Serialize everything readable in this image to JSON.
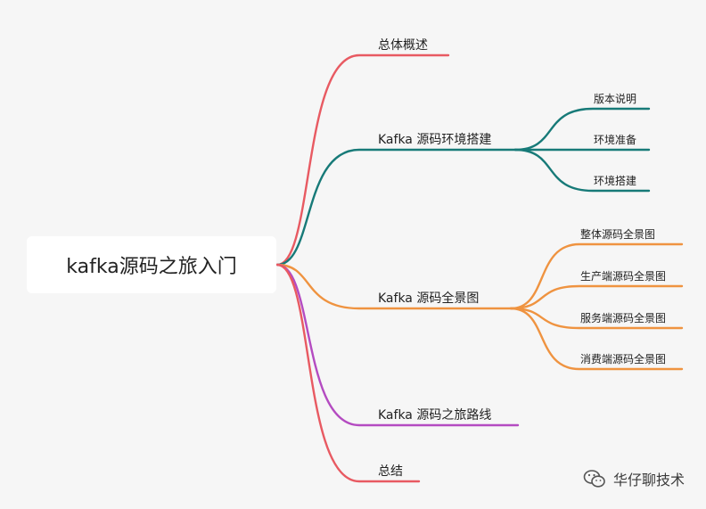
{
  "root": {
    "label": "kafka源码之旅入门"
  },
  "branches": [
    {
      "label": "总体概述",
      "color": "#e85a62",
      "children": []
    },
    {
      "label": "Kafka 源码环境搭建",
      "color": "#177a78",
      "children": [
        "版本说明",
        "环境准备",
        "环境搭建"
      ]
    },
    {
      "label": "Kafka 源码全景图",
      "color": "#ef9340",
      "children": [
        "整体源码全景图",
        "生产端源码全景图",
        "服务端源码全景图",
        "消费端源码全景图"
      ]
    },
    {
      "label": "Kafka 源码之旅路线",
      "color": "#b44bc1",
      "children": []
    },
    {
      "label": "总结",
      "color": "#e85a62",
      "children": []
    }
  ],
  "watermark": {
    "text": "华仔聊技术",
    "icon": "wechat-icon"
  }
}
